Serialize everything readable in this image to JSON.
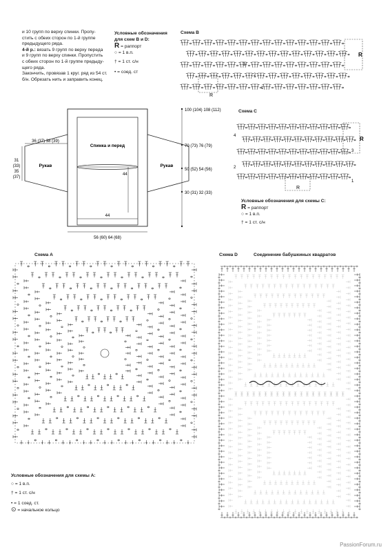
{
  "instructions": {
    "lines": [
      "и 10 групп по верху спинки. Пропу-",
      "стить с обеих сторон по 1-й группе",
      "предыдущего ряда.",
      "вязать 9 групп по верху переда",
      "и 9 групп по верху спинки. Пропустить",
      "с обеих сторон по 1-й группе предыду-",
      "щего ряда.",
      "Закончить, провязав 1 круг. ряд из 54 ст.",
      "б/н. Обрезать нить и заправить конец."
    ],
    "row4_prefix": "4-й р.:"
  },
  "legend_bd": {
    "title_line1": "Условные обозначения",
    "title_line2": "для схем B и D:",
    "repeat": "= раппорт",
    "chain": "= 1 в.п.",
    "dc": "= 1 ст. с/н",
    "slst": "= соед. ст"
  },
  "schema_b": {
    "title": "Схема B",
    "r_label": "R",
    "nums": [
      "3",
      "2",
      "1"
    ]
  },
  "schema_c": {
    "title": "Схема C",
    "r_label": "R",
    "nums": [
      "4",
      "3",
      "2",
      "1"
    ]
  },
  "legend_c": {
    "title": "Условные обозначения для схемы C:",
    "repeat": "= раппорт",
    "chain": "= 1 в.п.",
    "dc": "= 1 ст. с/н"
  },
  "pattern": {
    "center_label": "Спинка и перед",
    "sleeve_left": "Рукав",
    "sleeve_right": "Рукав",
    "dim_sleeve_width": "36 (37) 38 (39)",
    "dim_sleeve_height": [
      "31",
      "(33)",
      "35",
      "(37)"
    ],
    "dim_inner_44_v": "44",
    "dim_inner_44_h": "44",
    "dim_bottom": "56 (60) 64 (68)",
    "dim_right": [
      "100 (104) 108 (112)",
      "70 (73) 76 (79)",
      "50 (52) 54 (56)",
      "30 (31) 32 (33)"
    ]
  },
  "schema_a": {
    "title": "Схема A"
  },
  "schema_d": {
    "title": "Схема D",
    "subtitle": "Соединение бабушкиных квадратов"
  },
  "legend_a": {
    "title": "Условные обозначения для схемы A:",
    "chain": "= 1 в.п.",
    "dc": "= 1 ст. с/н",
    "slst": "= 1 соед. ст.",
    "ring": "= начальное кольцо"
  },
  "watermark": "PassionForum.ru"
}
